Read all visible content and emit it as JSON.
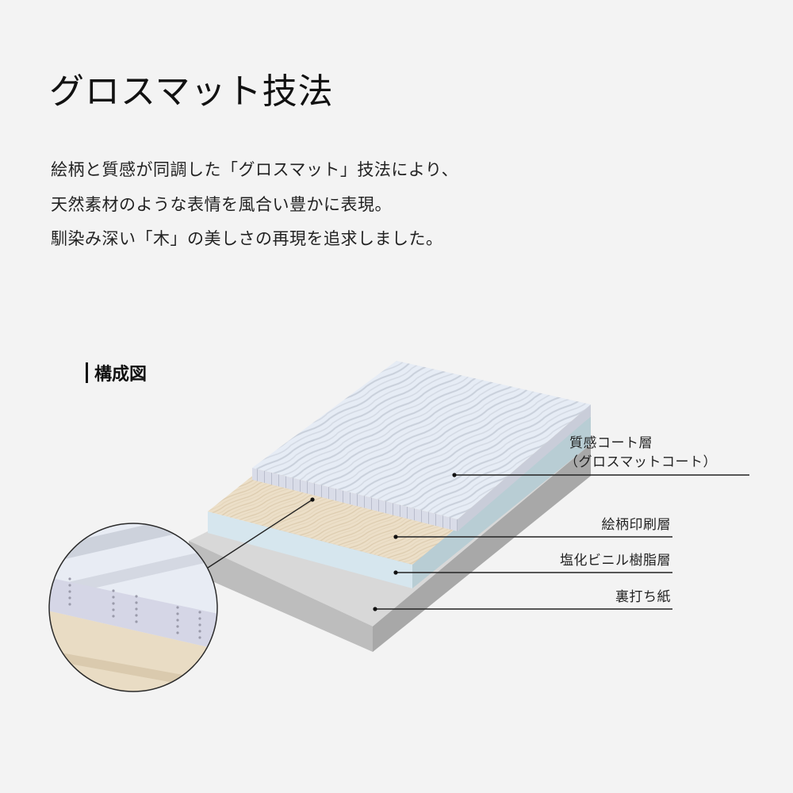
{
  "title": "グロスマット技法",
  "description": {
    "lines": [
      "絵柄と質感が同調した「グロスマット」技法により、",
      "天然素材のような表情を風合い豊かに表現。",
      "馴染み深い「木」の美しさの再現を追求しました。"
    ]
  },
  "section": {
    "label": "構成図"
  },
  "layers": [
    {
      "name": "質感コート層",
      "sub": "（グロスマットコート）",
      "color": "#e6ecf5"
    },
    {
      "name": "絵柄印刷層",
      "color": "#ecdfc8"
    },
    {
      "name": "塩化ビニル樹脂層",
      "color": "#d6e6ee"
    },
    {
      "name": "裏打ち紙",
      "color": "#d7d7d7"
    }
  ],
  "colors": {
    "background": "#f3f3f3",
    "leader_line": "#222222"
  }
}
